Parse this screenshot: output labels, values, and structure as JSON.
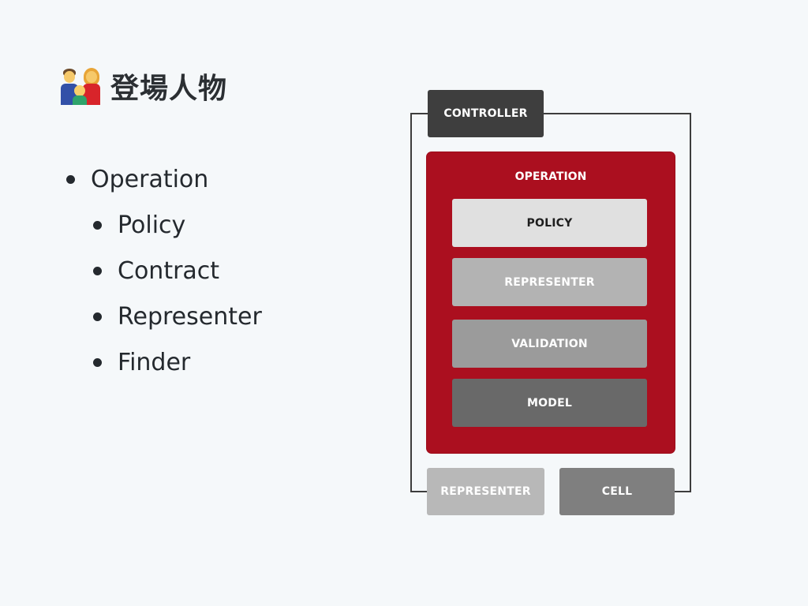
{
  "title": {
    "icon": "family-emoji-icon",
    "text": "登場人物"
  },
  "bullets": [
    {
      "label": "Operation",
      "level": 1
    },
    {
      "label": "Policy",
      "level": 2
    },
    {
      "label": "Contract",
      "level": 2
    },
    {
      "label": "Representer",
      "level": 2
    },
    {
      "label": "Finder",
      "level": 2
    }
  ],
  "diagram": {
    "controller": "CONTROLLER",
    "operation": "OPERATION",
    "policy": "POLICY",
    "representer_inner": "REPRESENTER",
    "validation": "VALIDATION",
    "model": "MODEL",
    "representer_outer": "REPRESENTER",
    "cell": "CELL",
    "colors": {
      "operation": "#ab0f1f",
      "controller": "#3e3e3e",
      "policy": "#e0e0e0",
      "representer_inner": "#b3b3b3",
      "validation": "#9b9b9b",
      "model": "#696969",
      "representer_outer": "#b8b8b8",
      "cell": "#7f7f7f"
    }
  }
}
